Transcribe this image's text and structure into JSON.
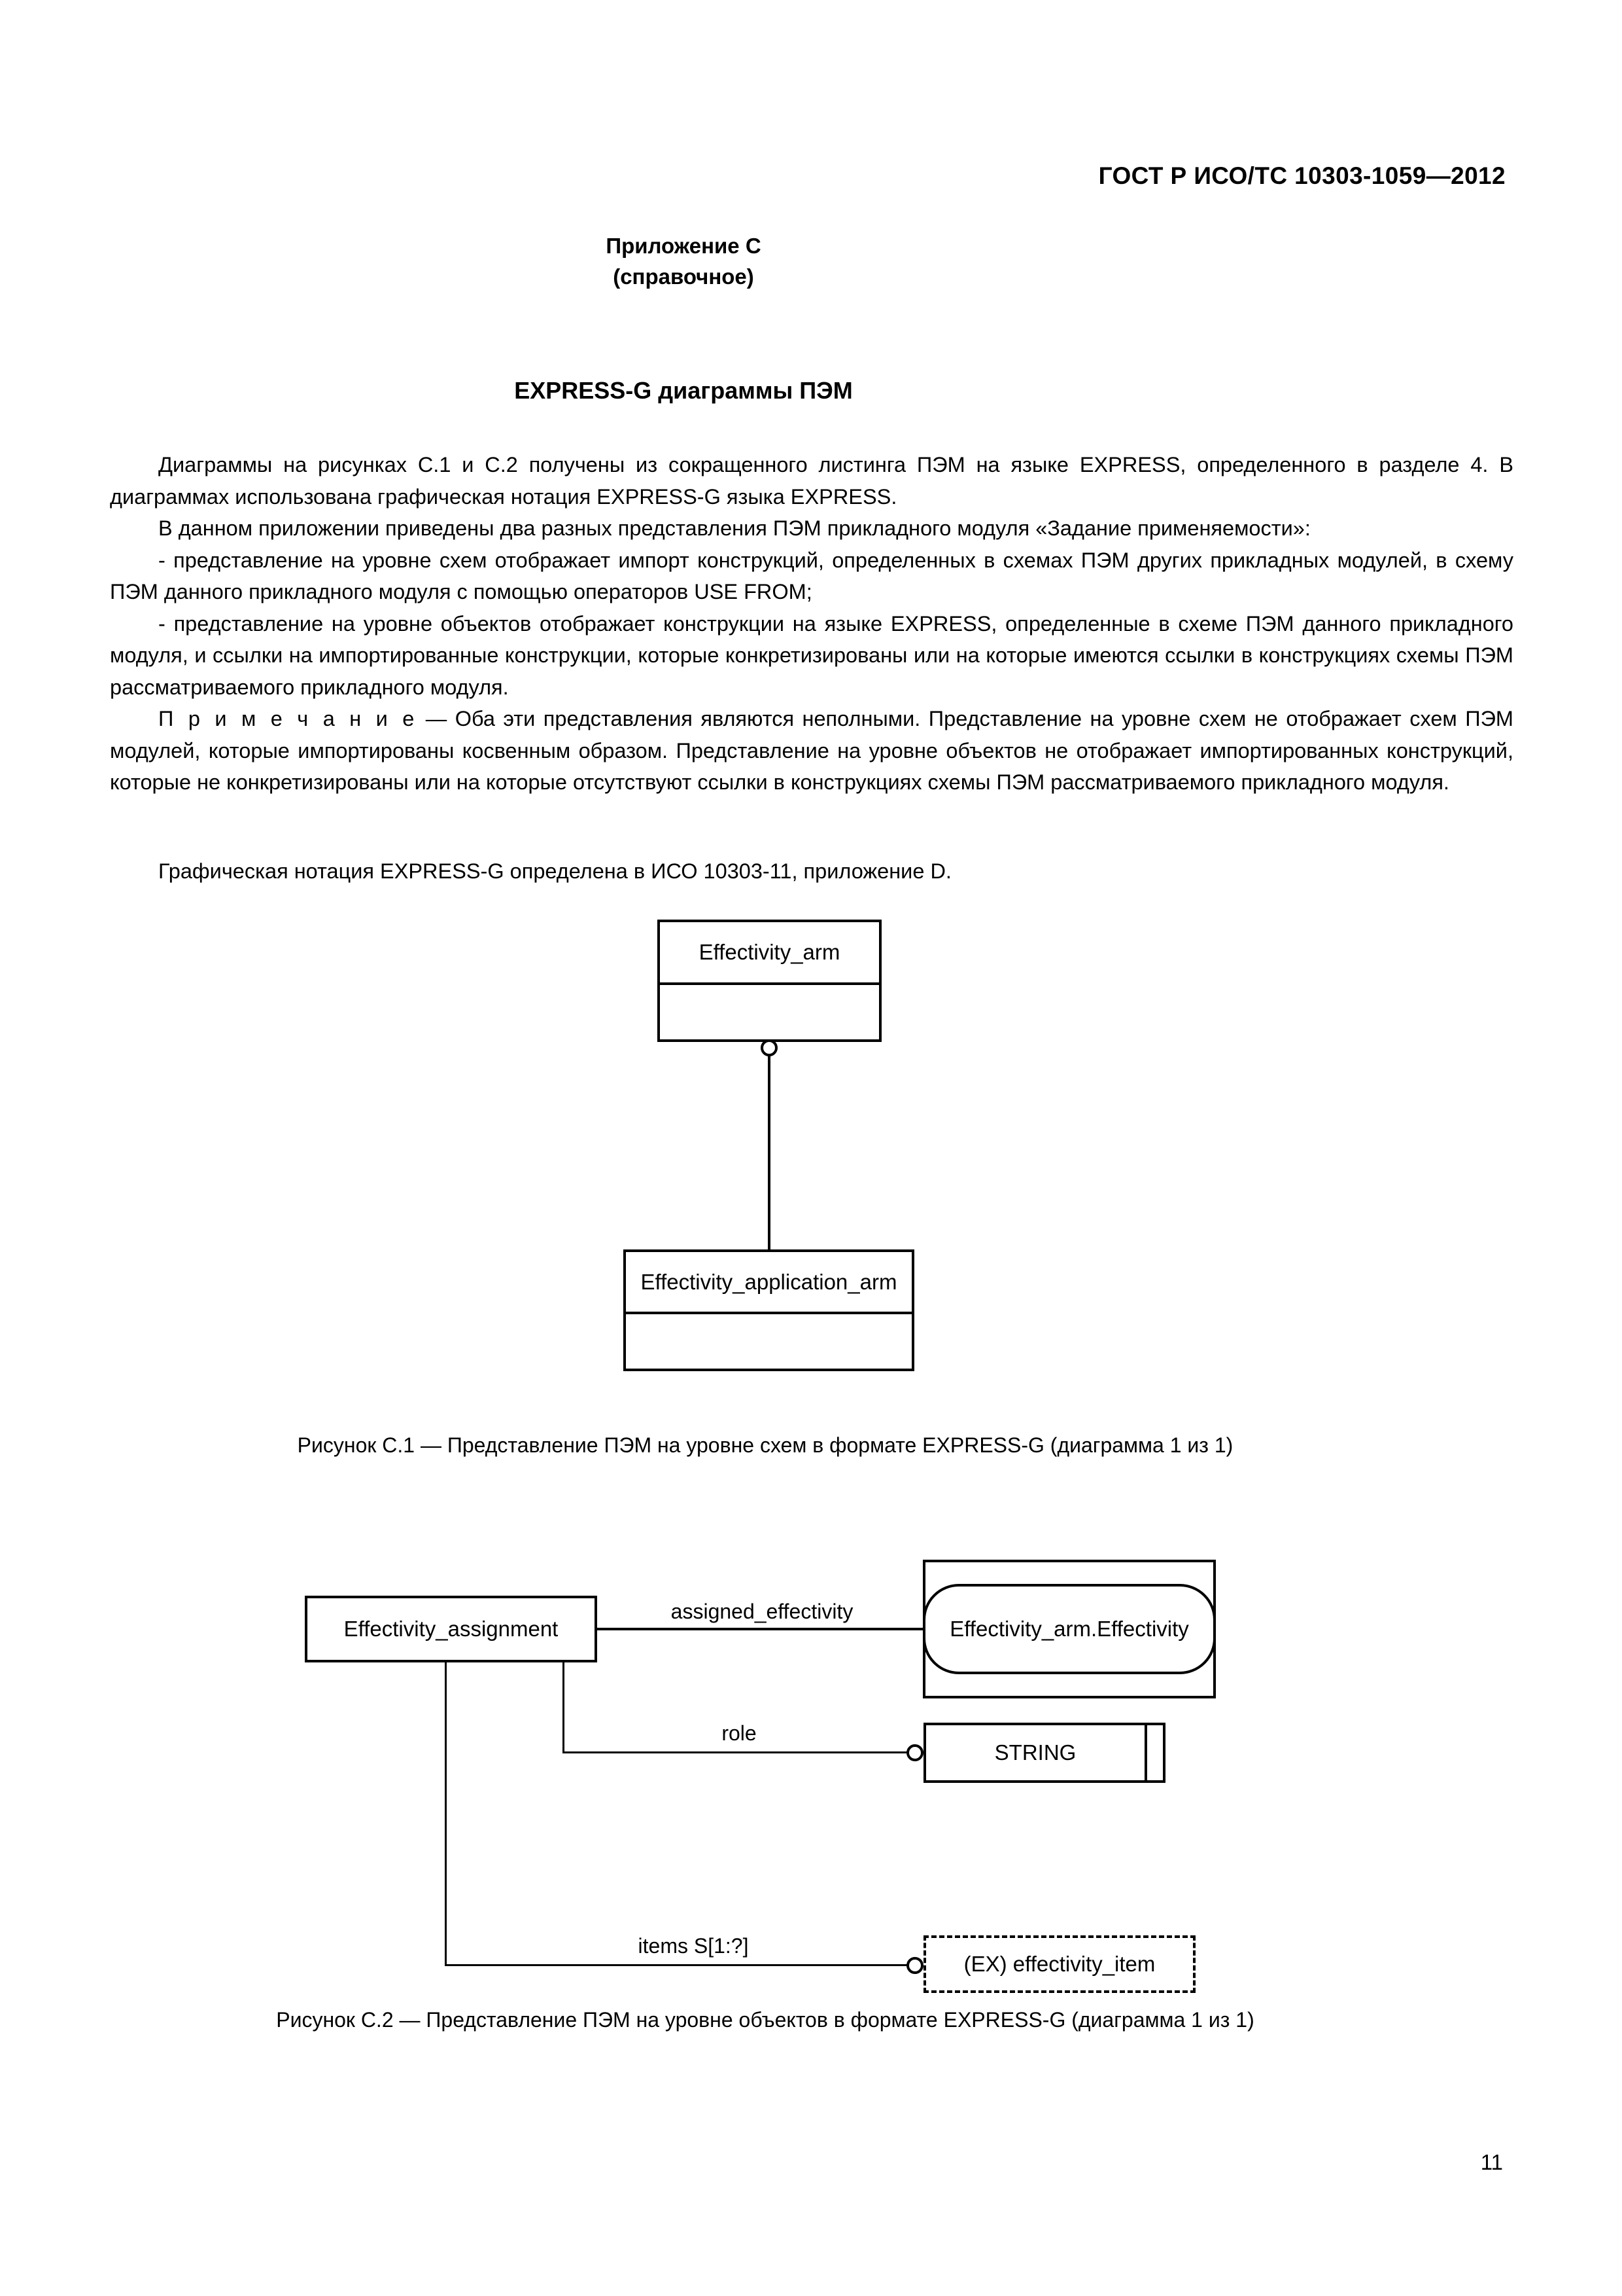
{
  "header": {
    "standard_id": "ГОСТ Р ИСО/ТС 10303-1059—2012"
  },
  "annex": {
    "title": "Приложение С",
    "subtitle": "(справочное)"
  },
  "section": {
    "title": "EXPRESS-G диаграммы ПЭМ"
  },
  "body": {
    "p1": "Диаграммы на рисунках С.1 и С.2 получены из сокращенного листинга ПЭМ на языке EXPRESS, определенно­го в разделе 4. В диаграммах использована графическая нотация EXPRESS-G языка EXPRESS.",
    "p2": "В данном приложении приведены два разных представления ПЭМ прикладного модуля «Задание применяе­мости»:",
    "bullet1": "- представление на уровне схем отображает импорт конструкций, определенных в схемах ПЭМ других прикладных модулей, в схему ПЭМ данного прикладного модуля с помощью операторов USE FROM;",
    "bullet2": "- представление на уровне объектов отображает конструкции на языке EXPRESS, определенные в схеме ПЭМ данного прикладного модуля, и ссылки на импортированные конструкции, которые конкретизированы или на которые имеются ссылки в конструкциях схемы ПЭМ рассматриваемого прикладного модуля.",
    "note_label": "П р и м е ч а н и е",
    "note_text": " — Оба эти представления являются неполными. Представление на уровне схем не ото­бражает схем ПЭМ модулей, которые импортированы косвенным образом. Представление на уровне объектов не отображает импортированных конструкций, которые не конкретизированы или на которые отсутствуют ссылки в конструкциях схемы ПЭМ рассматриваемого прикладного модуля.",
    "p3": "Графическая нотация EXPRESS-G определена в ИСО 10303-11, приложение D."
  },
  "figure_c1": {
    "caption": "Рисунок С.1 —  Представление ПЭМ на уровне схем в формате EXPRESS-G (диаграмма 1 из 1)",
    "nodes": [
      {
        "id": "effectivity_arm",
        "label": "Effectivity_arm",
        "shape": "schema-box"
      },
      {
        "id": "effectivity_application_arm",
        "label": "Effectivity_application_arm",
        "shape": "schema-box"
      }
    ],
    "connector": {
      "type": "open-circle-line",
      "from": "effectivity_arm",
      "to": "effectivity_application_arm"
    }
  },
  "figure_c2": {
    "caption": "Рисунок С.2 —  Представление ПЭМ на уровне объектов в формате EXPRESS-G (диаграмма 1 из 1)",
    "entity": {
      "label": "Effectivity_assignment",
      "shape": "rect"
    },
    "relations": [
      {
        "label": "assigned_effectivity",
        "target": "Effectivity_arm.Effectivity",
        "target_shape": "rounded-in-box",
        "connector": "plain"
      },
      {
        "label": "role",
        "target": "STRING",
        "target_shape": "double-rect",
        "connector": "open-circle"
      },
      {
        "label": "items S[1:?]",
        "target": "(EX) effectivity_item",
        "target_shape": "dashed-rect",
        "connector": "open-circle"
      }
    ]
  },
  "footer": {
    "page_number": "11"
  }
}
